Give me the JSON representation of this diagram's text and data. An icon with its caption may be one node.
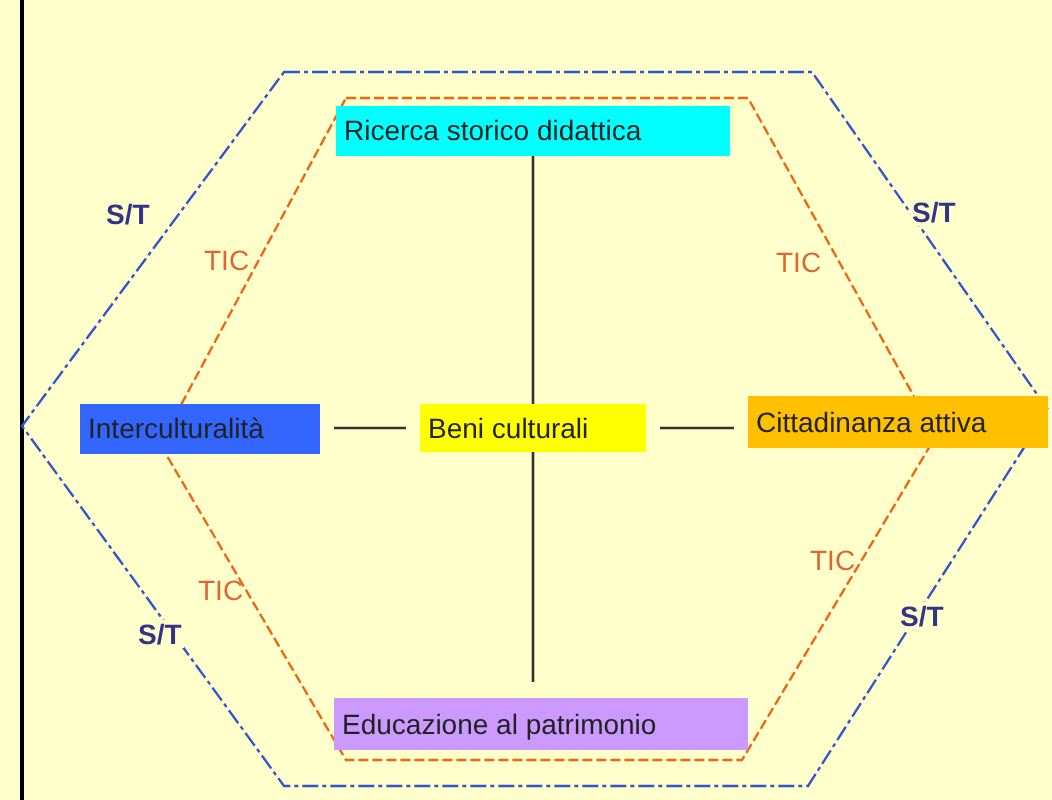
{
  "diagram": {
    "nodes": [
      {
        "text": [
          "Beni culturali"
        ]
      },
      {
        "text": [
          "Ricerca storico didattica"
        ]
      },
      {
        "text": [
          "Interculturalità"
        ]
      },
      {
        "text": [
          "Cittadinanza attiva"
        ]
      },
      {
        "text": [
          "Educazione al patrimonio"
        ]
      }
    ],
    "edges": [
      {
        "from": 0,
        "to": 1,
        "arrow": "none"
      },
      {
        "from": 0,
        "to": 2,
        "arrow": "none"
      },
      {
        "from": 0,
        "to": 3,
        "arrow": "none"
      },
      {
        "from": 0,
        "to": 4,
        "arrow": "none"
      }
    ],
    "labels": [
      "S/T",
      "S/T",
      "TIC",
      "TIC",
      "TIC",
      "TIC",
      "S/T",
      "S/T"
    ]
  }
}
